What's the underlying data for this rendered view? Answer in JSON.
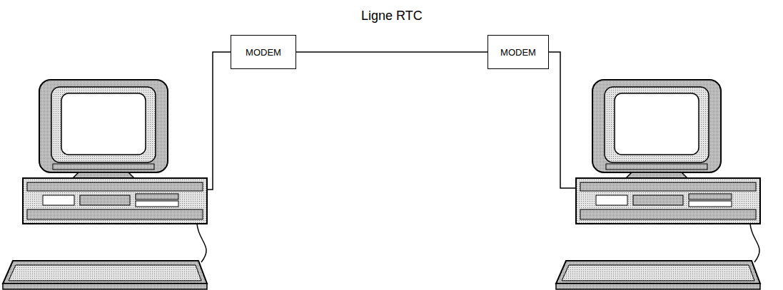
{
  "diagram": {
    "nodes": [
      {
        "text": [
          "MODEM"
        ]
      },
      {
        "text": [
          "MODEM"
        ]
      }
    ],
    "edges": [
      {
        "from": 0,
        "to": 1,
        "arrow": "none",
        "label": "Ligne RTC"
      }
    ]
  }
}
